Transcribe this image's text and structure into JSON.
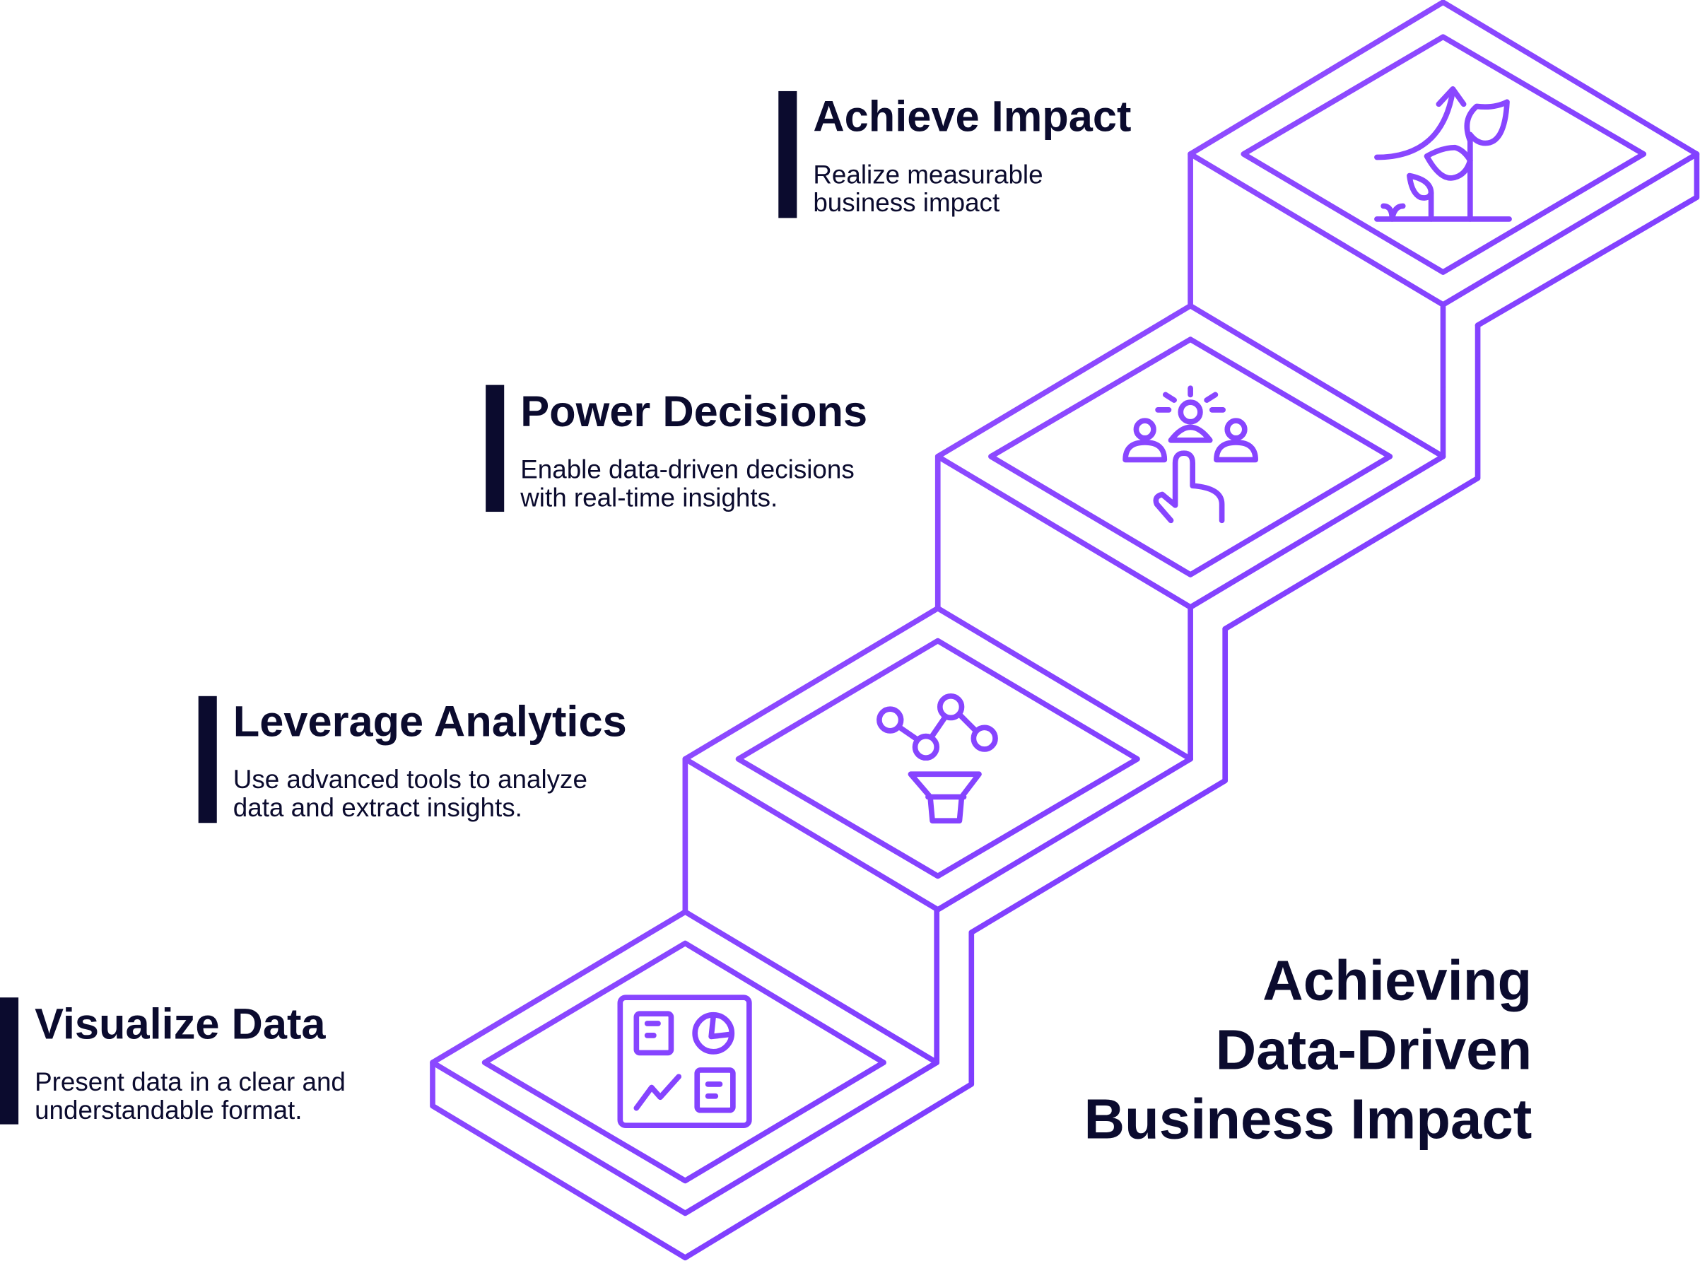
{
  "title_lines": [
    "Achieving",
    "Data-Driven",
    "Business Impact"
  ],
  "steps": [
    {
      "title": "Visualize Data",
      "desc": [
        "Present data in a clear and",
        "understandable format."
      ],
      "icon": "dashboard-icon"
    },
    {
      "title": "Leverage Analytics",
      "desc": [
        "Use advanced tools to analyze",
        "data and extract insights."
      ],
      "icon": "analytics-funnel-icon"
    },
    {
      "title": "Power Decisions",
      "desc": [
        "Enable data-driven decisions",
        "with real-time insights."
      ],
      "icon": "team-decision-icon"
    },
    {
      "title": "Achieve Impact",
      "desc": [
        "Realize measurable",
        "business impact"
      ],
      "icon": "growth-plant-icon"
    }
  ],
  "colors": {
    "gradient_start": "#9f58ff",
    "gradient_end": "#6a2cff",
    "text": "#0b0b2e"
  }
}
